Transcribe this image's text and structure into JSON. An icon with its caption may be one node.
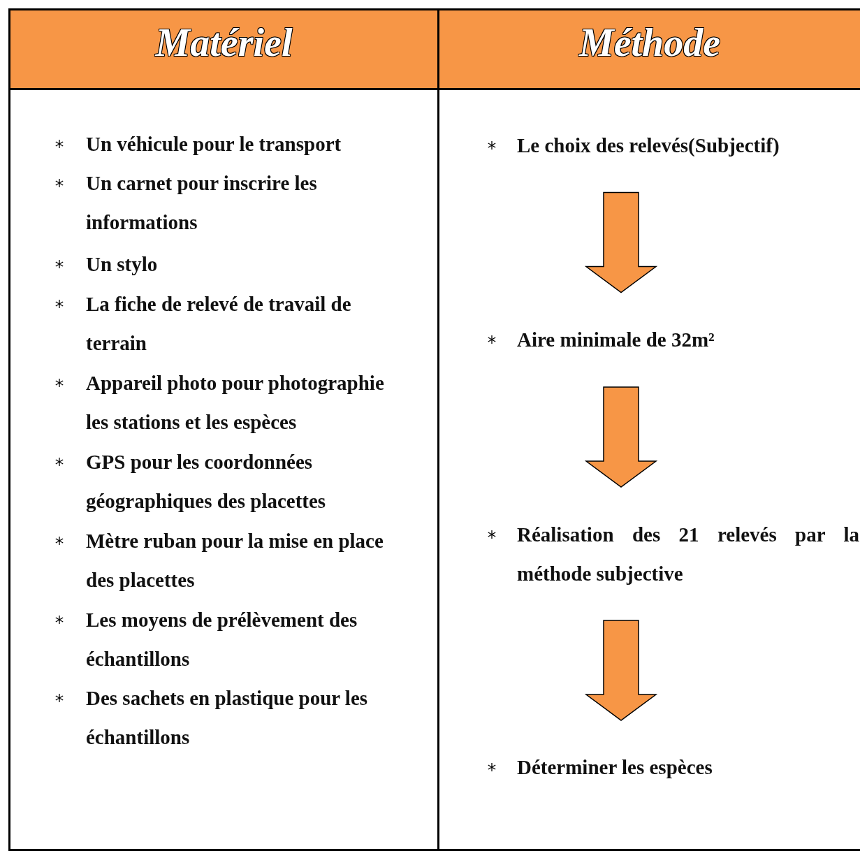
{
  "diagram": {
    "nodes": [
      {
        "text": [
          "Matériel"
        ]
      },
      {
        "text": [
          "Méthode"
        ]
      },
      {
        "text": [
          "Un véhicule pour le transport",
          "Un carnet pour inscrire les informations",
          "Un stylo",
          "La fiche de relevé de travail de terrain",
          "Appareil photo pour photographie les stations et les espèces",
          "GPS pour les coordonnées géographiques des placettes",
          "Mètre ruban pour la mise en place des placettes",
          "Les moyens de prélèvement des échantillons",
          "Des sachets en plastique pour les échantillons"
        ]
      },
      {
        "text": [],
        "shape": "box"
      },
      {
        "text": [
          "Le choix des relevés(Subjectif)"
        ],
        "in": 3
      },
      {
        "text": [
          "Aire minimale de 32m²"
        ],
        "in": 3
      },
      {
        "text": [
          "Réalisation des 21 relevés par la méthode subjective"
        ],
        "in": 3
      },
      {
        "text": [
          "Déterminer les espèces"
        ],
        "in": 3
      }
    ],
    "edges": [
      {
        "from": 4,
        "to": 5,
        "arrow": "to",
        "style": "thick"
      },
      {
        "from": 5,
        "to": 6,
        "arrow": "to",
        "style": "thick"
      },
      {
        "from": 6,
        "to": 7,
        "arrow": "to",
        "style": "thick"
      }
    ]
  }
}
